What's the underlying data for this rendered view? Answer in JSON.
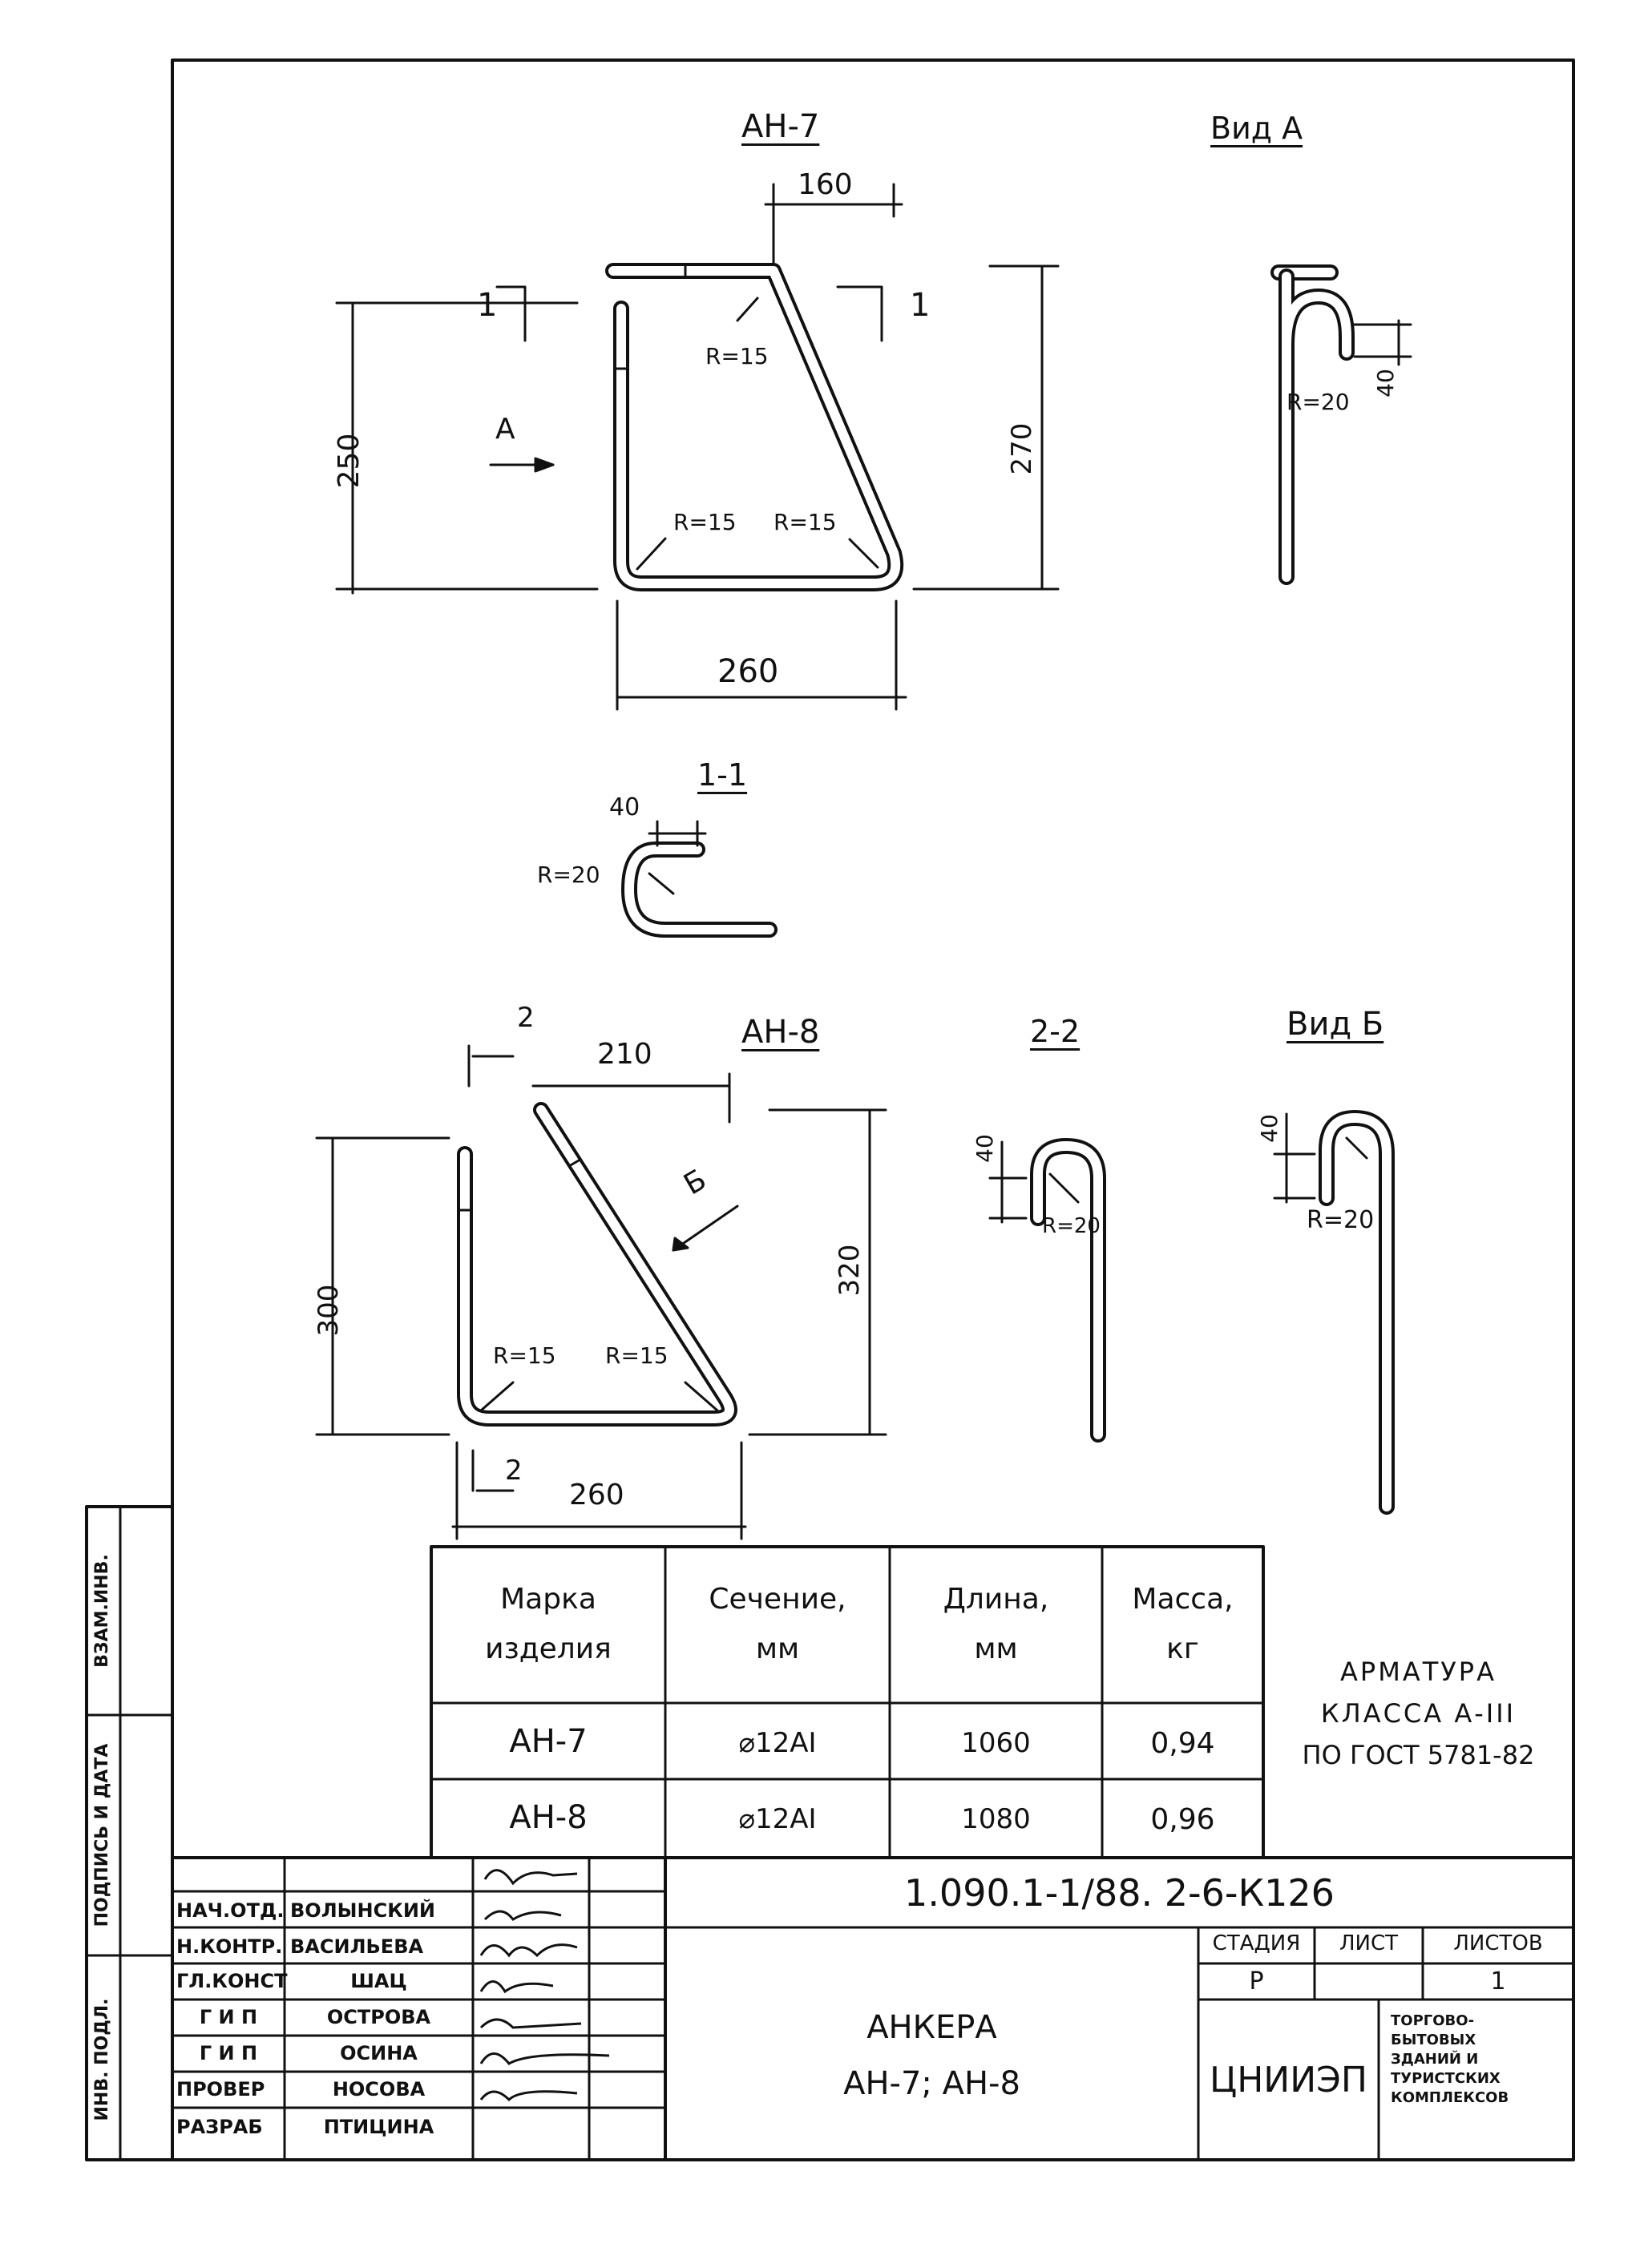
{
  "drawing": {
    "an7": {
      "title": "АН-7",
      "dim_top": "160",
      "dim_left": "250",
      "dim_right": "270",
      "dim_bottom": "260",
      "r_top": "R=15",
      "r_bl": "R=15",
      "r_br": "R=15",
      "section_mark": "1",
      "arrow_label": "А"
    },
    "vid_a": {
      "title": "Вид А",
      "r": "R=20",
      "dim": "40"
    },
    "sec11": {
      "title": "1-1",
      "dim": "40",
      "r": "R=20"
    },
    "an8": {
      "title": "АН-8",
      "dim_top": "210",
      "dim_left": "300",
      "dim_right": "320",
      "dim_bottom": "260",
      "r_bl": "R=15",
      "r_br": "R=15",
      "section_mark": "2",
      "arrow_label": "Б"
    },
    "sec22": {
      "title": "2-2",
      "dim": "40",
      "r": "R=20"
    },
    "vid_b": {
      "title": "Вид Б",
      "dim": "40",
      "r": "R=20"
    }
  },
  "spec_table": {
    "headers": [
      [
        "Марка",
        "изделия"
      ],
      [
        "Сечение,",
        "мм"
      ],
      [
        "Длина,",
        "мм"
      ],
      [
        "Масса,",
        "кг"
      ]
    ],
    "rows": [
      [
        "АН-7",
        "⌀12АI",
        "1060",
        "0,94"
      ],
      [
        "АН-8",
        "⌀12АI",
        "1080",
        "0,96"
      ]
    ],
    "note": [
      "арматура",
      "класса А-III",
      "по ГОСТ 5781-82"
    ]
  },
  "title_block": {
    "code": "1.090.1-1/88. 2-6-К126",
    "name_line1": "АНКЕРА",
    "name_line2": "АН-7; АН-8",
    "stage_header": "СТАДИЯ",
    "sheet_header": "ЛИСТ",
    "sheets_header": "ЛИСТОВ",
    "stage": "Р",
    "sheet": "",
    "sheets": "1",
    "org": "ЦНИИЭП",
    "org_sub": [
      "торгово-",
      "бытовых",
      "зданий и",
      "туристских",
      "комплексов"
    ],
    "signatures": [
      {
        "role": "НАЧ.ОТД.",
        "name": "ВОЛЫНСКИЙ"
      },
      {
        "role": "Н.КОНТР.",
        "name": "ВАСИЛЬЕВА"
      },
      {
        "role": "ГЛ.КОНСТ",
        "name": "ШАЦ"
      },
      {
        "role": "Г И П",
        "name": "ОСТРОВА"
      },
      {
        "role": "Г И П",
        "name": "ОСИНА"
      },
      {
        "role": "ПРОВЕР",
        "name": "НОСОВА"
      },
      {
        "role": "РАЗРАБ",
        "name": "ПТИЦИНА"
      }
    ],
    "side_labels": [
      "ВЗАМ.ИНВ.",
      "ПОДПИСЬ И ДАТА",
      "ИНВ. ПОДЛ."
    ]
  }
}
